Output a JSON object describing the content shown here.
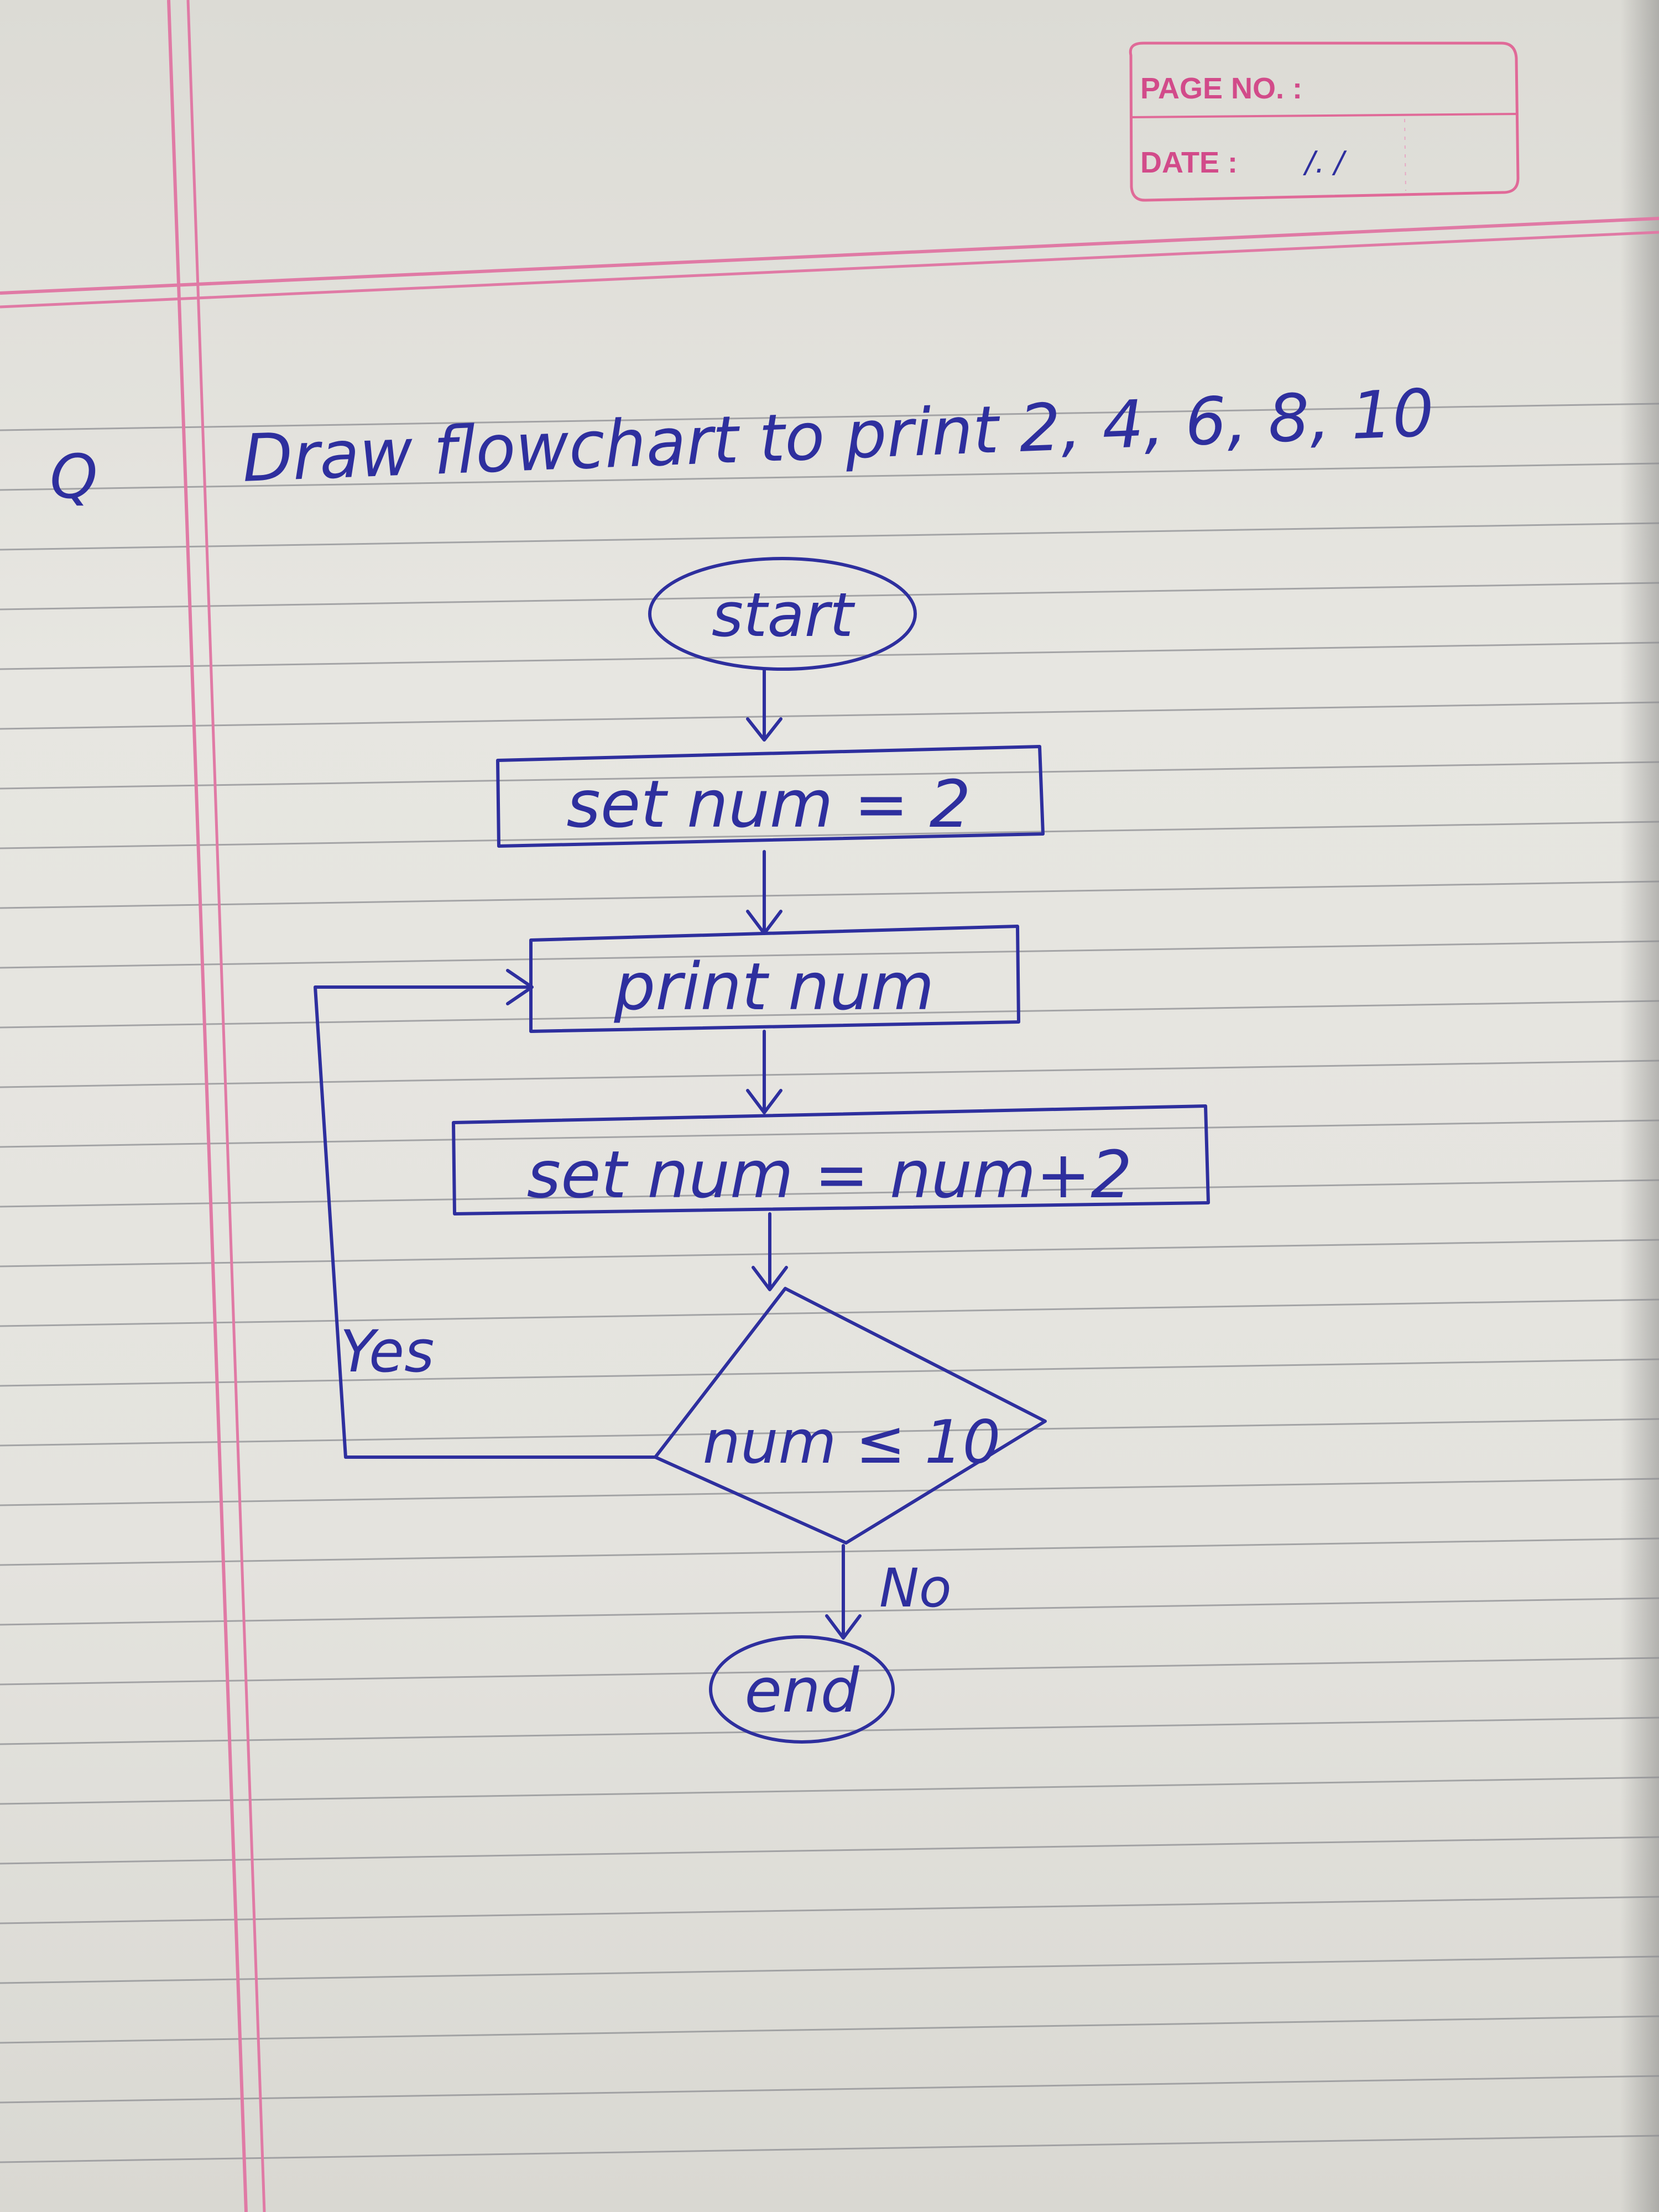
{
  "header_box": {
    "page_no_label": "PAGE NO. :",
    "date_label": "DATE :",
    "date_value": "/.     /"
  },
  "question": {
    "marker": "Q",
    "text": "Draw flowchart to print 2, 4, 6, 8, 10"
  },
  "flowchart": {
    "start": "start",
    "init": "set num = 2",
    "print": "print num",
    "increment": "set num = num+2",
    "condition": "num ≤ 10",
    "yes_label": "Yes",
    "no_label": "No",
    "end": "end"
  },
  "colors": {
    "ink": "#2e2f9e",
    "margin_red": "#e07aa5",
    "rule_line": "#8e8f93"
  }
}
